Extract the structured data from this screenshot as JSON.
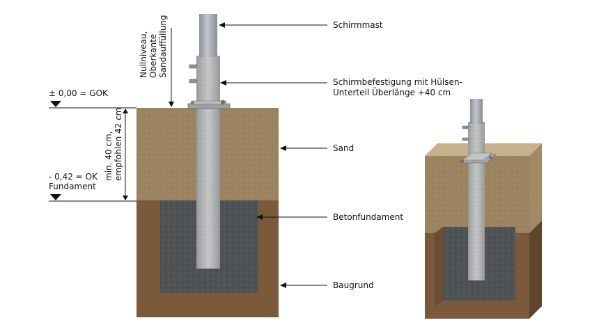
{
  "labels": {
    "schirmmast": "Schirmmast",
    "befestigung_line1": "Schirmbefestigung mit Hülsen-",
    "befestigung_line2": "Unterteil Überlänge +40 cm",
    "sand": "Sand",
    "betonfundament": "Betonfundament",
    "baugrund": "Baugrund",
    "gok": "± 0,00 = GOK",
    "ok_line1": "- 0,42 = OK",
    "ok_line2": "Fundament",
    "nullniveau_line1": "Nullniveau,",
    "nullniveau_line2": "Oberkante",
    "nullniveau_line3": "Sandauffüllung",
    "dimension_line1": "min. 40 cm,",
    "dimension_line2": "empfohlen 42 cm"
  },
  "colors": {
    "sand": "#9b8360",
    "sand_top": "#c7b18d",
    "baugrund": "#7b5a3c",
    "baugrund_dark": "#5f452d",
    "beton": "#4f5254",
    "mast": "#a9acb3",
    "sleeve": "#b9bbbd",
    "line": "#111111"
  }
}
